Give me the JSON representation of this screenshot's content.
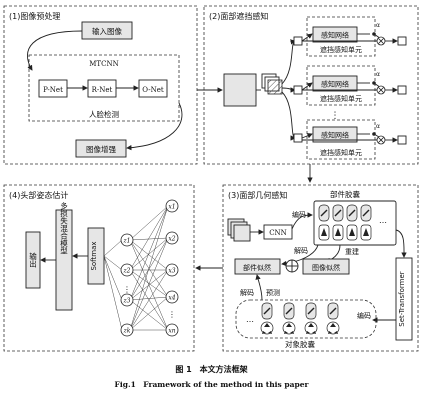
{
  "preprocess": {
    "title": "(1)图像预处理",
    "input": "输入图像",
    "mtcnn": "MTCNN",
    "pnet": "P-Net",
    "rnet": "R-Net",
    "onet": "O-Net",
    "detect": "人脸检测",
    "enhance": "图像增强"
  },
  "occlusion": {
    "title": "(2)面部遮挡感知",
    "network": "感知网络",
    "unit": "遮挡感知单元",
    "alpha": "α",
    "dots": "⋮"
  },
  "geometry": {
    "title": "(3)面部几何感知",
    "parts_capsule": "部件胶囊",
    "cnn": "CNN",
    "encode": "编码",
    "decode": "解码",
    "rebuild": "重建",
    "part_likelihood": "部件似然",
    "image_likelihood": "图像似然",
    "predict": "预测",
    "set_transformer": "Set-Transformer",
    "object_capsule": "对象胶囊",
    "dots": "…"
  },
  "headpose": {
    "title": "(4)头部姿态估计",
    "output": "输出",
    "mixture": "多损失混合模型",
    "softmax": "Softmax",
    "z_nodes": [
      "z1",
      "z2",
      "z3",
      "zk"
    ],
    "x_nodes": [
      "x1",
      "x2",
      "x3",
      "x4",
      "xn"
    ],
    "dots": "⋮"
  },
  "caption": {
    "cn": "图 1　本文方法框架",
    "en": "Fig.1　Framework of the method in this paper"
  }
}
